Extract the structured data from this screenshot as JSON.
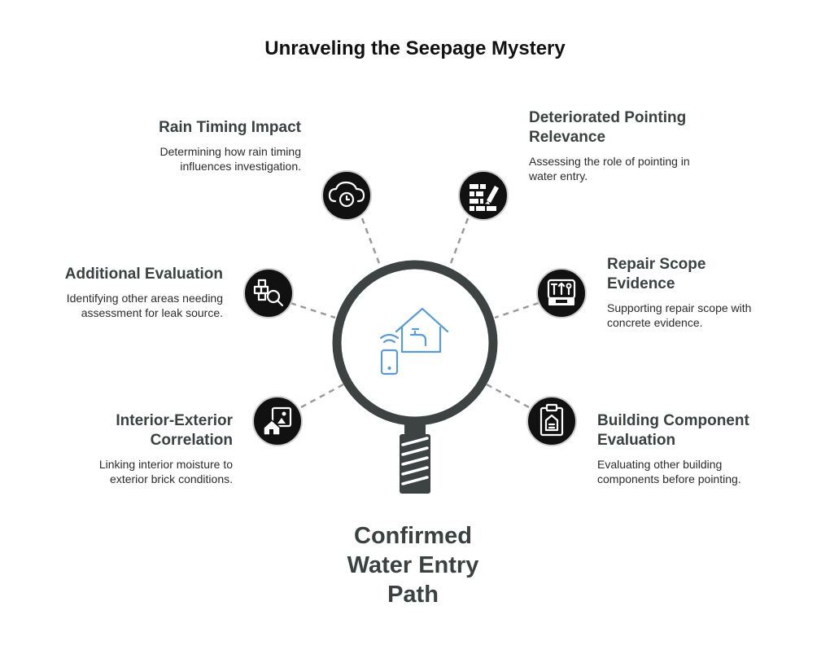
{
  "title": "Unraveling the Seepage Mystery",
  "center": {
    "label_lines": [
      "Confirmed",
      "Water Entry",
      "Path"
    ]
  },
  "items": [
    {
      "heading_lines": [
        "Rain Timing Impact"
      ],
      "description_lines": [
        "Determining how rain timing",
        "influences investigation."
      ],
      "icon": "clock-cloud-icon"
    },
    {
      "heading_lines": [
        "Deteriorated Pointing",
        "Relevance"
      ],
      "description_lines": [
        "Assessing the role of pointing in",
        "water entry."
      ],
      "icon": "brick-trowel-icon"
    },
    {
      "heading_lines": [
        "Additional Evaluation"
      ],
      "description_lines": [
        "Identifying other areas needing",
        "assessment for leak source."
      ],
      "icon": "search-blocks-icon"
    },
    {
      "heading_lines": [
        "Repair Scope",
        "Evidence"
      ],
      "description_lines": [
        "Supporting repair scope with",
        "concrete evidence."
      ],
      "icon": "toolbox-icon"
    },
    {
      "heading_lines": [
        "Interior-Exterior",
        "Correlation"
      ],
      "description_lines": [
        "Linking interior moisture to",
        "exterior brick conditions."
      ],
      "icon": "house-image-icon"
    },
    {
      "heading_lines": [
        "Building Component",
        "Evaluation"
      ],
      "description_lines": [
        "Evaluating other building",
        "components before pointing."
      ],
      "icon": "clipboard-icon"
    }
  ],
  "colors": {
    "node_fill": "#111111",
    "magnifier_ring": "#3d4342",
    "connector": "#9a9a9a",
    "center_icon": "#5b9bd5"
  }
}
